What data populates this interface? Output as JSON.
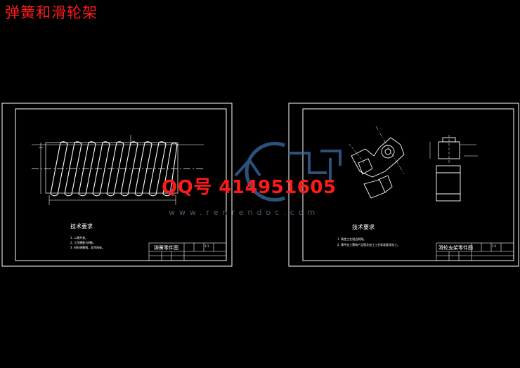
{
  "page_title": "弹簧和滑轮架",
  "watermark": {
    "qq": "QQ号  414951605",
    "site": "www.renrendoc.com"
  },
  "sheet_left": {
    "tech_title": "技术要求",
    "tech_notes": [
      "1. 二端并紧。",
      "2. 工作圈数为8圈。",
      "3. 材料弹簧钢，其余按标。"
    ],
    "titleblock_name": "弹簧零件图",
    "scale": "1:1"
  },
  "sheet_right": {
    "tech_title": "技术要求",
    "tech_notes": [
      "1. 铸造工艺锐边倒角。",
      "2. 零件加工需按产品图及加工工艺标准要求加工。"
    ],
    "titleblock_name": "滑轮支架零件图",
    "scale": "1:1"
  }
}
